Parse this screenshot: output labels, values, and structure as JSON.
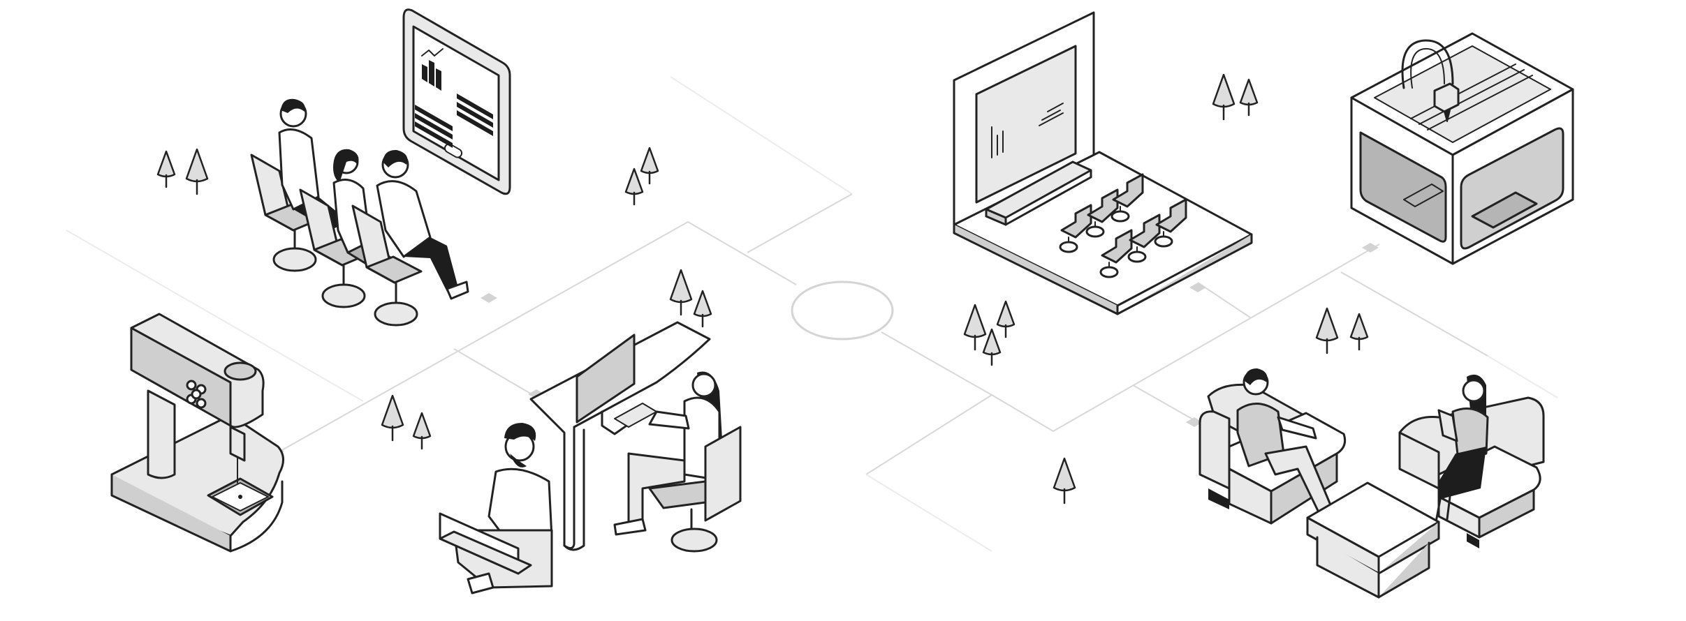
{
  "scene": {
    "type": "isometric line illustration",
    "palette": {
      "ink": "#222222",
      "fill_light": "#e9e9e9",
      "fill_mid": "#cfcfcf",
      "fill_dark": "#b5b5b5",
      "paths": "#d8d8d8",
      "background": "#ffffff"
    },
    "vignettes": [
      {
        "name": "presentation-audience",
        "icons": [
          "tablet-icon",
          "bar-chart-icon",
          "chair-icon",
          "person-icon"
        ]
      },
      {
        "name": "drill-press",
        "icons": [
          "drill-press-icon"
        ]
      },
      {
        "name": "coworking-desk",
        "icons": [
          "monitor-icon",
          "laptop-icon",
          "person-icon",
          "chair-icon"
        ]
      },
      {
        "name": "auditorium",
        "icons": [
          "projection-screen-icon",
          "bar-chart-icon",
          "chair-icon"
        ]
      },
      {
        "name": "3d-printer",
        "icons": [
          "3d-printer-icon"
        ]
      },
      {
        "name": "lounge-meeting",
        "icons": [
          "armchair-icon",
          "coffee-table-icon",
          "person-icon",
          "tablet-icon"
        ]
      }
    ],
    "decorations": [
      "tree-icon",
      "path-marker-icon",
      "plaza-circle-icon"
    ]
  }
}
